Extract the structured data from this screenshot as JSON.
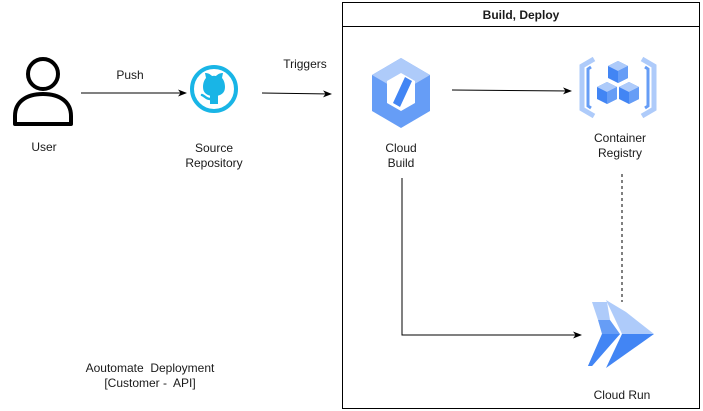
{
  "diagram": {
    "group": {
      "title": "Build, Deploy"
    },
    "nodes": {
      "user": {
        "label": "User",
        "icon": "user-icon"
      },
      "source_repo": {
        "label_line1": "Source",
        "label_line2": "Repository",
        "icon": "github-icon"
      },
      "cloud_build": {
        "label_line1": "Cloud",
        "label_line2": "Build",
        "icon": "cloud-build-icon"
      },
      "container_registry": {
        "label_line1": "Container",
        "label_line2": "Registry",
        "icon": "container-registry-icon"
      },
      "cloud_run": {
        "label": "Cloud Run",
        "icon": "cloud-run-icon"
      }
    },
    "edges": {
      "push": {
        "label": "Push"
      },
      "triggers": {
        "label": "Triggers"
      }
    },
    "caption": {
      "line1": "Aoutomate  Deployment",
      "line2": "[Customer -  API]"
    },
    "colors": {
      "gcp_blue": "#669df6",
      "gcp_blue_light": "#aecbfa",
      "gcp_blue_dark": "#4285f4",
      "github_cyan": "#19b5e6",
      "line": "#000000"
    }
  }
}
